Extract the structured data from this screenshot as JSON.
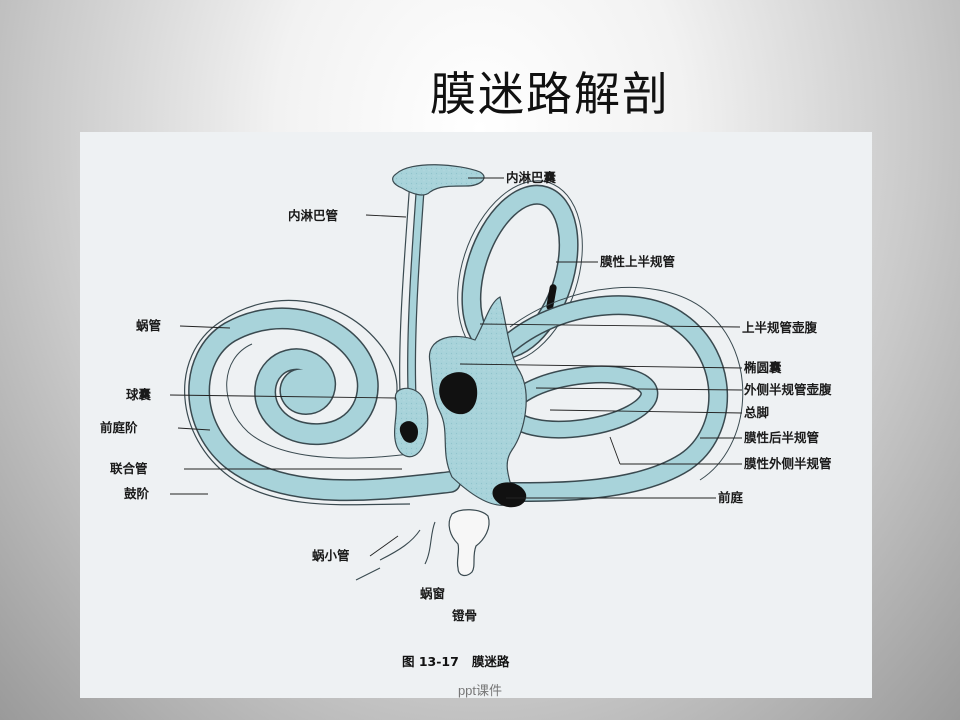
{
  "slide": {
    "title": "膜迷路解剖",
    "footer": "ppt课件"
  },
  "figure": {
    "caption": "图 13-17   膜迷路",
    "labels": {
      "endolymphatic_sac": "内淋巴囊",
      "endolymphatic_duct": "内淋巴管",
      "superior_canal": "膜性上半规管",
      "cochlear_duct": "蜗管",
      "superior_ampulla": "上半规管壶腹",
      "utricle": "椭圆囊",
      "saccule": "球囊",
      "lateral_ampulla": "外侧半规管壶腹",
      "scala_vestibuli": "前庭阶",
      "common_crus": "总脚",
      "posterior_canal": "膜性后半规管",
      "ductus_reuniens": "联合管",
      "lateral_canal": "膜性外侧半规管",
      "scala_tympani": "鼓阶",
      "vestibule": "前庭",
      "cochlear_aqueduct": "蜗小管",
      "round_window": "蜗窗",
      "stapes": "镫骨"
    }
  },
  "colors": {
    "membrane_fill": "#a8d3da",
    "outline": "#3a4a50",
    "panel_bg": "#eef1f3"
  }
}
